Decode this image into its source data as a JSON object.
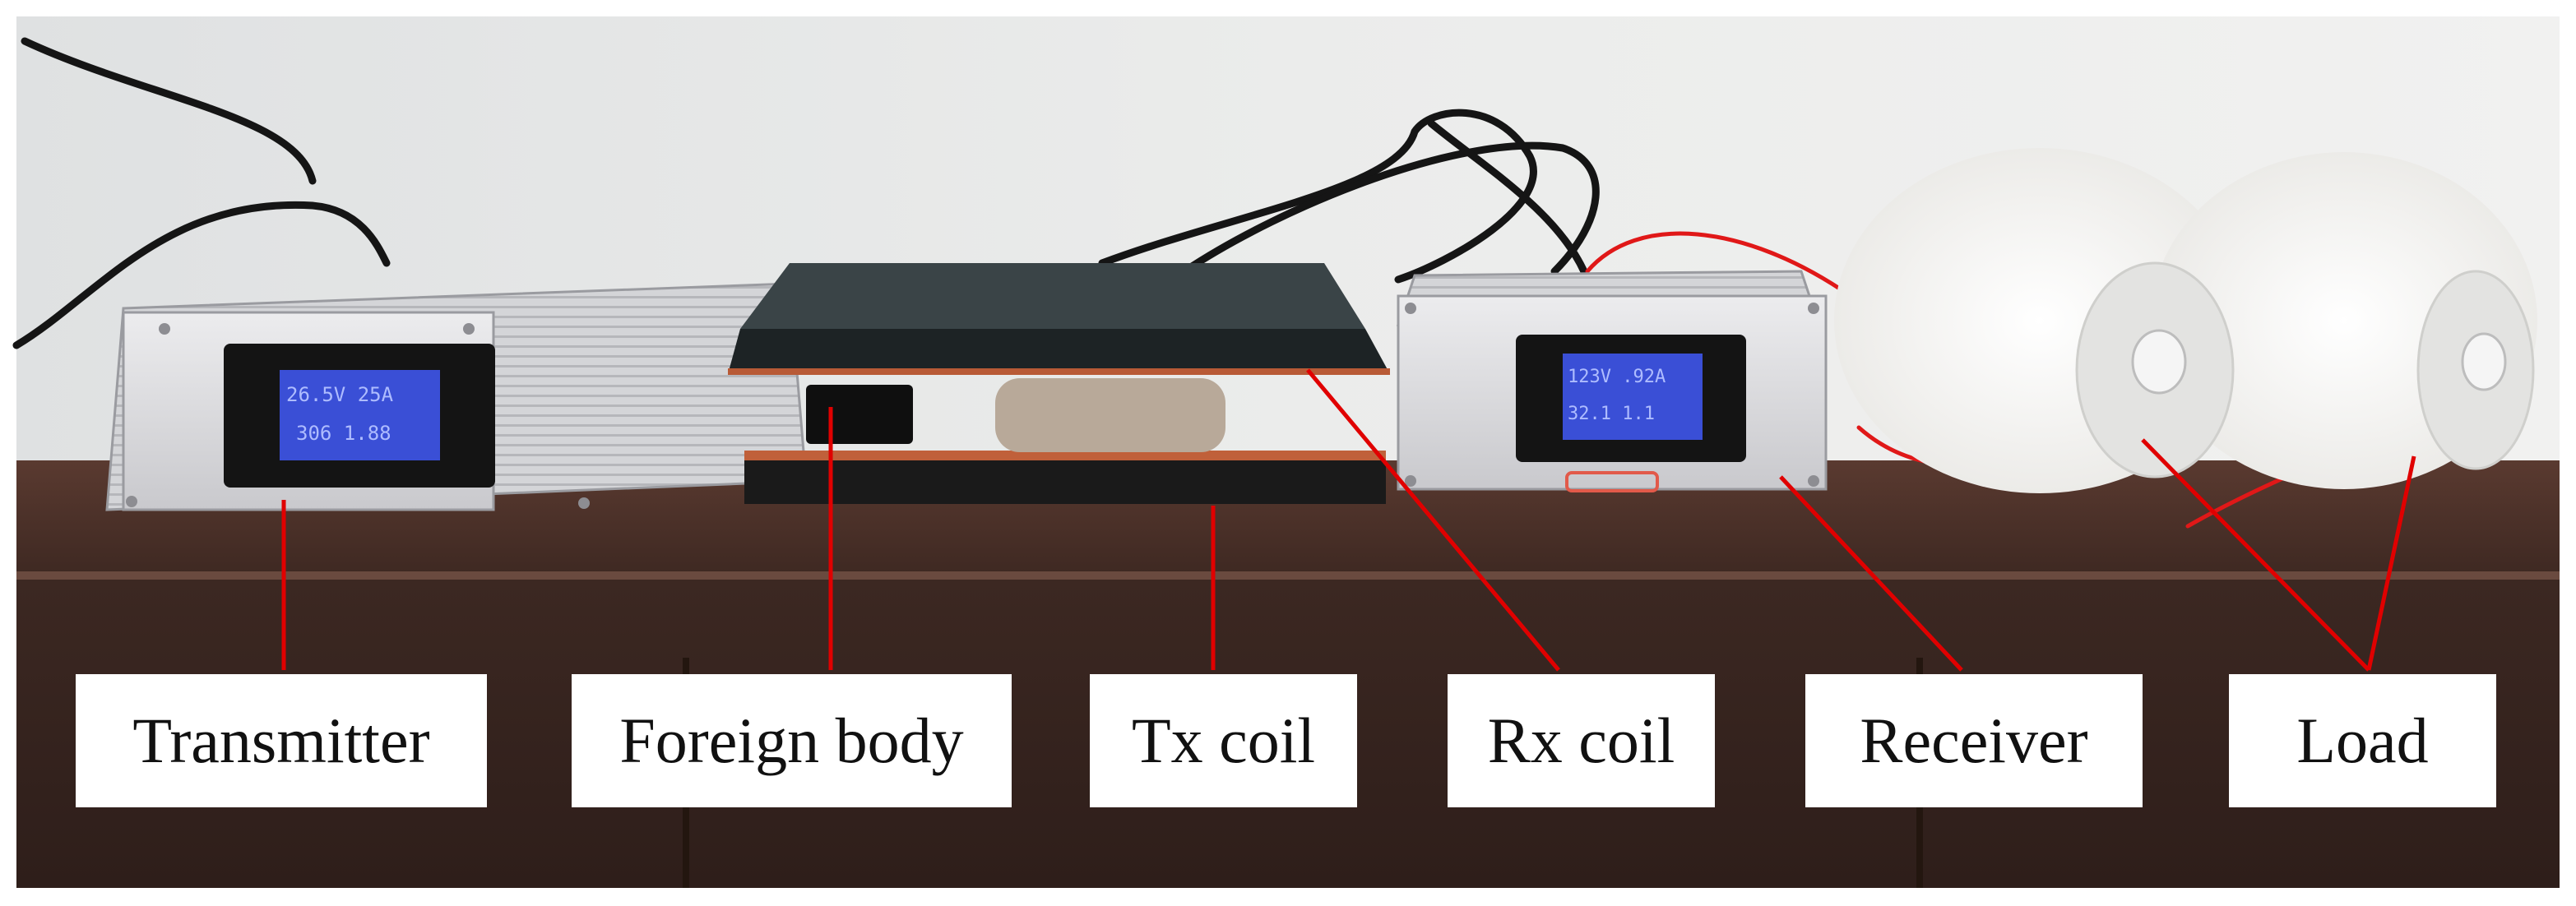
{
  "labels": {
    "transmitter": "Transmitter",
    "foreign_body": "Foreign body",
    "tx_coil": "Tx coil",
    "rx_coil": "Rx coil",
    "receiver": "Receiver",
    "load": "Load"
  },
  "displays": {
    "transmitter": {
      "line1": "26.5V  25A",
      "line2": "306  1.88"
    },
    "receiver": {
      "line1": "123V  .92A",
      "line2": "32.1  1.1"
    }
  },
  "colors": {
    "leader_line": "#e00000",
    "label_box": "#ffffff",
    "lcd_screen": "#3a4fd6",
    "wall": "#e9eaea",
    "table": "#3b2620",
    "aluminium": "#d9d9dc"
  }
}
